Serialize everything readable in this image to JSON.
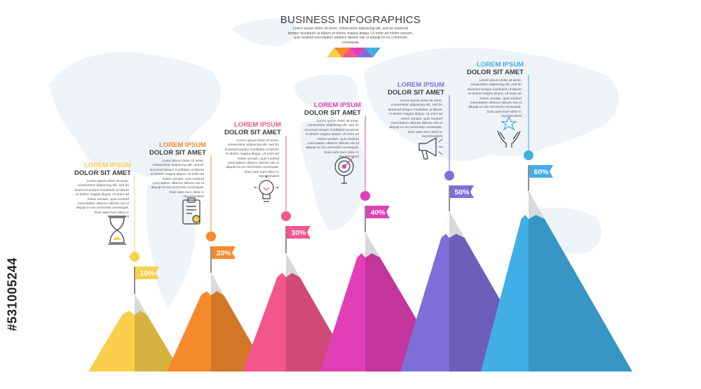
{
  "header": {
    "title": "BUSINESS INFOGRAPHICS",
    "subtitle": "Lorem ipsum dolor sit amet, consectetur adipiscing elit, sed do eiusmod tempor incididunt ut labore et dolore magna aliqua. Ut enim ad minim veniam, quis nostrud exercitation ullamco laboris nisi ut aliquip ex ea commodo consequat."
  },
  "accent_colors": [
    "#F9CF4C",
    "#F58A2C",
    "#F2568C",
    "#E23FB6",
    "#7E6FD8",
    "#41AEE5"
  ],
  "steps": [
    {
      "heading": "LOREM IPSUM",
      "subheading": "DOLOR SIT AMET",
      "body": "Lorem ipsum dolor sit amet, consectetur adipiscing elit, sed do eiusmod tempor incididunt ut labore et dolore magna aliqua. Ut enim ad minim veniam, quis nostrud exercitation ullamco laboris nisi ut aliquip ex ea commodo consequat. Duis aute irure dolor in reprehenderit",
      "percent": "10%",
      "value": 10,
      "color": "#F9CF4C",
      "icon": "hourglass-icon"
    },
    {
      "heading": "LOREM IPSUM",
      "subheading": "DOLOR SIT AMET",
      "body": "Lorem ipsum dolor sit amet, consectetur adipiscing elit, sed do eiusmod tempor incididunt ut labore et dolore magna aliqua. Ut enim ad minim veniam, quis nostrud exercitation ullamco laboris nisi ut aliquip ex ea commodo consequat. Duis aute irure dolor in reprehenderit",
      "percent": "20%",
      "value": 20,
      "color": "#F58A2C",
      "icon": "clipboard-icon"
    },
    {
      "heading": "LOREM IPSUM",
      "subheading": "DOLOR SIT AMET",
      "body": "Lorem ipsum dolor sit amet, consectetur adipiscing elit, sed do eiusmod tempor incididunt ut labore et dolore magna aliqua. Ut enim ad minim veniam, quis nostrud exercitation ullamco laboris nisi ut aliquip ex ea commodo consequat. Duis aute irure dolor in reprehenderit",
      "percent": "30%",
      "value": 30,
      "color": "#F2568C",
      "icon": "lightbulb-icon"
    },
    {
      "heading": "LOREM IPSUM",
      "subheading": "DOLOR SIT AMET",
      "body": "Lorem ipsum dolor sit amet, consectetur adipiscing elit, sed do eiusmod tempor incididunt ut labore et dolore magna aliqua. Ut enim ad minim veniam, quis nostrud exercitation ullamco laboris nisi ut aliquip ex ea commodo consequat. Duis aute irure dolor in reprehenderit",
      "percent": "40%",
      "value": 40,
      "color": "#E23FB6",
      "icon": "target-icon"
    },
    {
      "heading": "LOREM IPSUM",
      "subheading": "DOLOR SIT AMET",
      "body": "Lorem ipsum dolor sit amet, consectetur adipiscing elit, sed do eiusmod tempor incididunt ut labore et dolore magna aliqua. Ut enim ad minim veniam, quis nostrud exercitation ullamco laboris nisi ut aliquip ex ea commodo consequat. Duis aute irure dolor in reprehenderit",
      "percent": "50%",
      "value": 50,
      "color": "#7E6FD8",
      "icon": "megaphone-icon"
    },
    {
      "heading": "LOREM IPSUM",
      "subheading": "DOLOR SIT AMET",
      "body": "Lorem ipsum dolor sit amet, consectetur adipiscing elit, sed do eiusmod tempor incididunt ut labore et dolore magna aliqua. Ut enim ad minim veniam, quis nostrud exercitation ullamco laboris nisi ut aliquip ex ea commodo consequat. Duis aute irure dolor in reprehenderit",
      "percent": "60%",
      "value": 60,
      "color": "#41AEE5",
      "icon": "star-hands-icon"
    }
  ],
  "stock_id": "#531005244"
}
